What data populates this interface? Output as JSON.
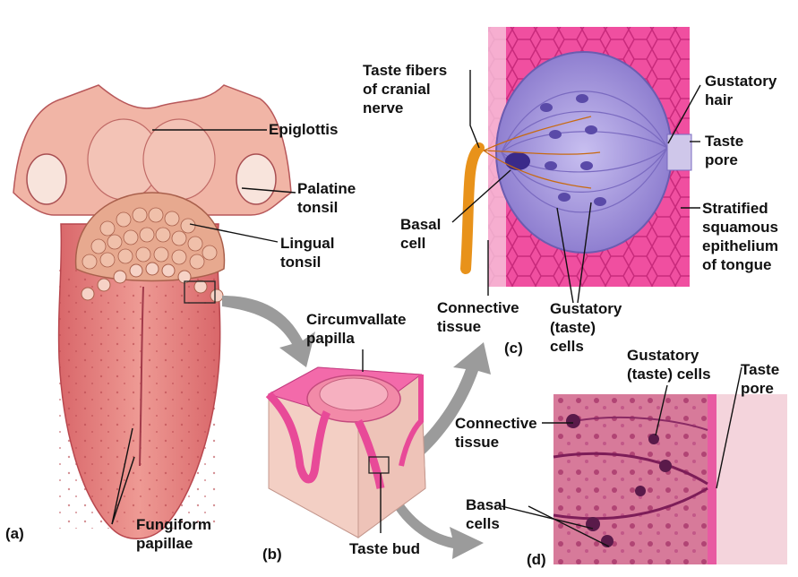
{
  "labels": {
    "epiglottis": "Epiglottis",
    "palatine_tonsil": "Palatine\ntonsil",
    "lingual_tonsil": "Lingual\ntonsil",
    "fungiform_papillae": "Fungiform\npapillae",
    "circumvallate_papilla": "Circumvallate\npapilla",
    "taste_bud": "Taste bud",
    "taste_fibers": "Taste fibers\nof cranial\nnerve",
    "basal_cell": "Basal\ncell",
    "connective_tissue_c": "Connective\ntissue",
    "gustatory_cells_c": "Gustatory\n(taste)\ncells",
    "gustatory_hair": "Gustatory\nhair",
    "taste_pore_c": "Taste\npore",
    "stratified_epithelium": "Stratified\nsquamous\nepithelium\nof tongue",
    "gustatory_cells_d": "Gustatory\n(taste) cells",
    "taste_pore_d": "Taste\npore",
    "connective_tissue_d": "Connective\ntissue",
    "basal_cells_d": "Basal\ncells"
  },
  "panels": {
    "a": "(a)",
    "b": "(b)",
    "c": "(c)",
    "d": "(d)"
  },
  "colors": {
    "tongue": "#e98a86",
    "tongue_dark": "#c9585a",
    "tonsil": "#d9a48c",
    "epithelium_pink": "#f0489a",
    "bud_purple": "#a99ad8",
    "nerve_orange": "#e8921a",
    "arrow_gray": "#9a9a9a",
    "micrograph": "#c9607f"
  }
}
